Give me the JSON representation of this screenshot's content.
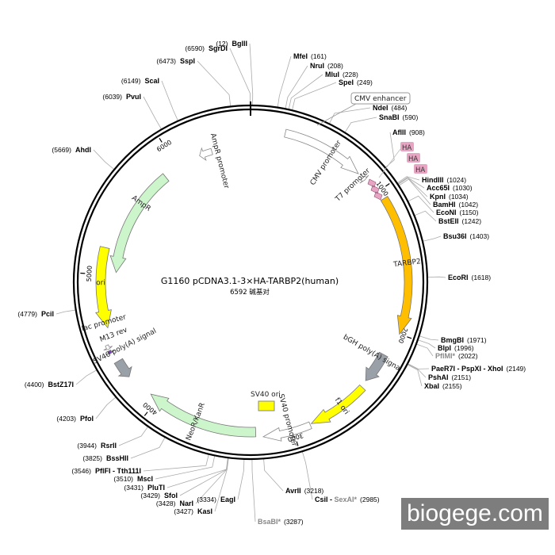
{
  "title": "G1160 pCDNA3.1-3×HA-TARBP2(human)",
  "subtitle": "6592 碱基对",
  "watermark": "biogege.com",
  "total_bp": 6592,
  "colors": {
    "backbone": "#000000",
    "AmpR": "#ccf5cc",
    "ori": "#ffff00",
    "TARBP2": "#ffbf00",
    "f1_ori": "#ffff00",
    "NeoR": "#ccf5cc",
    "SV40_ori": "#ffff00",
    "HA": "#e8a5c3",
    "promoter": "#ffffff",
    "polyA": "#9aa0a8",
    "M13": "#7a3cc8"
  },
  "ticks": [
    {
      "bp": 1000,
      "label": "1000"
    },
    {
      "bp": 2000,
      "label": "2000"
    },
    {
      "bp": 3000,
      "label": "3000"
    },
    {
      "bp": 4000,
      "label": "4000"
    },
    {
      "bp": 5000,
      "label": "5000"
    },
    {
      "bp": 6000,
      "label": "6000"
    }
  ],
  "features": [
    {
      "name": "AmpR",
      "label": "AmpR",
      "start": 5880,
      "end": 5020,
      "type": "cds",
      "color": "#ccf5cc"
    },
    {
      "name": "AmpR promoter",
      "label": "AmpR promoter",
      "start": 6290,
      "end": 6190,
      "type": "promoter",
      "color": "#ffffff"
    },
    {
      "name": "ori",
      "label": "ori",
      "start": 5190,
      "end": 4620,
      "type": "origin",
      "color": "#ffff00"
    },
    {
      "name": "CMV promoter",
      "label": "CMV promoter",
      "start": 240,
      "end": 820,
      "type": "promoter",
      "color": "#ffffff"
    },
    {
      "name": "T7 promoter",
      "label": "T7 promoter",
      "start": 863,
      "end": 882,
      "type": "promoter",
      "color": "#ffffff"
    },
    {
      "name": "TARBP2",
      "label": "TARBP2",
      "start": 1060,
      "end": 2000,
      "type": "cds",
      "color": "#ffbf00"
    },
    {
      "name": "bGH poly(A) signal",
      "label": "bGH poly(A) signal",
      "start": 2170,
      "end": 2390,
      "type": "polyA",
      "color": "#9aa0a8"
    },
    {
      "name": "f1 ori",
      "label": "f1 ori",
      "start": 2440,
      "end": 2870,
      "type": "origin",
      "color": "#ffff00"
    },
    {
      "name": "SV40 promoter",
      "label": "SV40 promoter",
      "start": 2880,
      "end": 3210,
      "type": "promoter",
      "color": "#ffffff"
    },
    {
      "name": "NeoR/KanR",
      "label": "NeoR/KanR",
      "start": 3260,
      "end": 4060,
      "type": "cds",
      "color": "#ccf5cc"
    },
    {
      "name": "SV40 poly(A) signal",
      "label": "SV40 poly(A) signal",
      "start": 4380,
      "end": 4250,
      "type": "polyA",
      "color": "#9aa0a8"
    },
    {
      "name": "M13 rev",
      "label": "M13 rev",
      "start": 4470,
      "end": 4450,
      "type": "primer",
      "color": "#7a3cc8"
    },
    {
      "name": "lac promoter",
      "label": "lac promoter",
      "start": 4510,
      "end": 4480,
      "type": "promoter",
      "color": "#ffffff"
    }
  ],
  "ha_tags": [
    {
      "label": "HA"
    },
    {
      "label": "HA"
    },
    {
      "label": "HA"
    }
  ],
  "misc_labels": [
    {
      "name": "CMV enhancer",
      "label": "CMV enhancer"
    },
    {
      "name": "SV40 ori",
      "label": "SV40 ori"
    }
  ],
  "sites": [
    {
      "name": "BglII",
      "pos": "(12)",
      "bp": 12,
      "side": "left-of-pos"
    },
    {
      "name": "MfeI",
      "pos": "(161)",
      "bp": 161
    },
    {
      "name": "NruI",
      "pos": "(208)",
      "bp": 208
    },
    {
      "name": "MluI",
      "pos": "(228)",
      "bp": 228
    },
    {
      "name": "SpeI",
      "pos": "(249)",
      "bp": 249
    },
    {
      "name": "NdeI",
      "pos": "(484)",
      "bp": 484
    },
    {
      "name": "SnaBI",
      "pos": "(590)",
      "bp": 590
    },
    {
      "name": "AflII",
      "pos": "(908)",
      "bp": 908
    },
    {
      "name": "HindIII",
      "pos": "(1024)",
      "bp": 1024
    },
    {
      "name": "Acc65I",
      "pos": "(1030)",
      "bp": 1030
    },
    {
      "name": "KpnI",
      "pos": "(1034)",
      "bp": 1034
    },
    {
      "name": "BamHI",
      "pos": "(1042)",
      "bp": 1042
    },
    {
      "name": "EcoNI",
      "pos": "(1150)",
      "bp": 1150
    },
    {
      "name": "BstEII",
      "pos": "(1242)",
      "bp": 1242
    },
    {
      "name": "Bsu36I",
      "pos": "(1403)",
      "bp": 1403
    },
    {
      "name": "EcoRI",
      "pos": "(1618)",
      "bp": 1618
    },
    {
      "name": "BmgBI",
      "pos": "(1971)",
      "bp": 1971
    },
    {
      "name": "BlpI",
      "pos": "(1996)",
      "bp": 1996
    },
    {
      "name": "PflMI*",
      "pos": "(2022)",
      "bp": 2022,
      "dim": true
    },
    {
      "name": "PaeR7I - PspXI - XhoI",
      "pos": "(2149)",
      "bp": 2149
    },
    {
      "name": "PshAI",
      "pos": "(2151)",
      "bp": 2151
    },
    {
      "name": "XbaI",
      "pos": "(2155)",
      "bp": 2155
    },
    {
      "name": "CsiI - ",
      "dimname": "SexAI*",
      "pos": "(2985)",
      "bp": 2985
    },
    {
      "name": "AvrII",
      "pos": "(3218)",
      "bp": 3218
    },
    {
      "name": "BsaBI*",
      "pos": "(3287)",
      "bp": 3287,
      "dim": true
    },
    {
      "name": "EagI",
      "pos": "(3334)",
      "bp": 3334
    },
    {
      "name": "KasI",
      "pos": "(3427)",
      "bp": 3427
    },
    {
      "name": "NarI",
      "pos": "(3428)",
      "bp": 3428
    },
    {
      "name": "SfoI",
      "pos": "(3429)",
      "bp": 3429
    },
    {
      "name": "PluTI",
      "pos": "(3431)",
      "bp": 3431
    },
    {
      "name": "MscI",
      "pos": "(3510)",
      "bp": 3510
    },
    {
      "name": "PflFI - Tth111I",
      "pos": "(3546)",
      "bp": 3546
    },
    {
      "name": "BssHII",
      "pos": "(3825)",
      "bp": 3825
    },
    {
      "name": "RsrII",
      "pos": "(3944)",
      "bp": 3944
    },
    {
      "name": "PfoI",
      "pos": "(4203)",
      "bp": 4203
    },
    {
      "name": "BstZ17I",
      "pos": "(4400)",
      "bp": 4400
    },
    {
      "name": "PciI",
      "pos": "(4779)",
      "bp": 4779
    },
    {
      "name": "AhdI",
      "pos": "(5669)",
      "bp": 5669
    },
    {
      "name": "PvuI",
      "pos": "(6039)",
      "bp": 6039
    },
    {
      "name": "ScaI",
      "pos": "(6149)",
      "bp": 6149
    },
    {
      "name": "SspI",
      "pos": "(6473)",
      "bp": 6473
    },
    {
      "name": "SgrDI",
      "pos": "(6590)",
      "bp": 6590
    }
  ]
}
